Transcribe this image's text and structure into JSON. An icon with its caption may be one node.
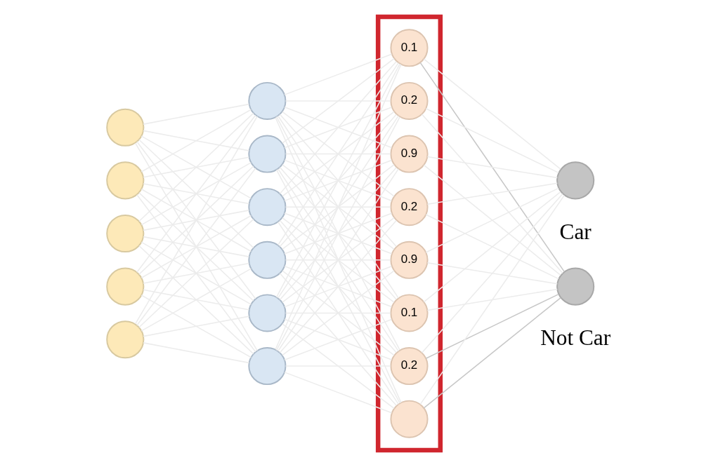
{
  "diagram": {
    "nodes": [
      {
        "text": [],
        "shape": "circle"
      },
      {
        "text": [],
        "shape": "circle"
      },
      {
        "text": [],
        "shape": "circle"
      },
      {
        "text": [],
        "shape": "circle"
      },
      {
        "text": [],
        "shape": "circle"
      },
      {
        "text": [],
        "shape": "circle"
      },
      {
        "text": [],
        "shape": "circle"
      },
      {
        "text": [],
        "shape": "circle"
      },
      {
        "text": [],
        "shape": "circle"
      },
      {
        "text": [],
        "shape": "circle"
      },
      {
        "text": [],
        "shape": "circle"
      },
      {
        "text": [],
        "shape": "box"
      },
      {
        "text": [
          "0.1"
        ],
        "in": 11
      },
      {
        "text": [
          "0.2"
        ],
        "in": 11
      },
      {
        "text": [
          "0.9"
        ],
        "in": 11
      },
      {
        "text": [
          "0.2"
        ],
        "in": 11
      },
      {
        "text": [
          "0.9"
        ],
        "in": 11
      },
      {
        "text": [
          "0.1"
        ],
        "in": 11
      },
      {
        "text": [
          "0.2"
        ],
        "in": 11
      },
      {
        "text": [],
        "shape": "circle",
        "in": 11
      },
      {
        "text": [],
        "shape": "circle",
        "beside": [
          "Car"
        ]
      },
      {
        "text": [],
        "shape": "circle",
        "beside": [
          "Not Car"
        ]
      }
    ],
    "edges": [
      {
        "from": 0,
        "to": 5,
        "arrow": "none"
      },
      {
        "from": 0,
        "to": 6,
        "arrow": "none"
      },
      {
        "from": 0,
        "to": 7,
        "arrow": "none"
      },
      {
        "from": 0,
        "to": 8,
        "arrow": "none"
      },
      {
        "from": 0,
        "to": 9,
        "arrow": "none"
      },
      {
        "from": 0,
        "to": 10,
        "arrow": "none"
      },
      {
        "from": 1,
        "to": 5,
        "arrow": "none"
      },
      {
        "from": 1,
        "to": 6,
        "arrow": "none"
      },
      {
        "from": 1,
        "to": 7,
        "arrow": "none"
      },
      {
        "from": 1,
        "to": 8,
        "arrow": "none"
      },
      {
        "from": 1,
        "to": 9,
        "arrow": "none"
      },
      {
        "from": 1,
        "to": 10,
        "arrow": "none"
      },
      {
        "from": 2,
        "to": 5,
        "arrow": "none"
      },
      {
        "from": 2,
        "to": 6,
        "arrow": "none"
      },
      {
        "from": 2,
        "to": 7,
        "arrow": "none"
      },
      {
        "from": 2,
        "to": 8,
        "arrow": "none"
      },
      {
        "from": 2,
        "to": 9,
        "arrow": "none"
      },
      {
        "from": 2,
        "to": 10,
        "arrow": "none"
      },
      {
        "from": 3,
        "to": 5,
        "arrow": "none"
      },
      {
        "from": 3,
        "to": 6,
        "arrow": "none"
      },
      {
        "from": 3,
        "to": 7,
        "arrow": "none"
      },
      {
        "from": 3,
        "to": 8,
        "arrow": "none"
      },
      {
        "from": 3,
        "to": 9,
        "arrow": "none"
      },
      {
        "from": 3,
        "to": 10,
        "arrow": "none"
      },
      {
        "from": 4,
        "to": 5,
        "arrow": "none"
      },
      {
        "from": 4,
        "to": 6,
        "arrow": "none"
      },
      {
        "from": 4,
        "to": 7,
        "arrow": "none"
      },
      {
        "from": 4,
        "to": 8,
        "arrow": "none"
      },
      {
        "from": 4,
        "to": 9,
        "arrow": "none"
      },
      {
        "from": 4,
        "to": 10,
        "arrow": "none"
      },
      {
        "from": 5,
        "to": 12,
        "arrow": "none"
      },
      {
        "from": 5,
        "to": 13,
        "arrow": "none"
      },
      {
        "from": 5,
        "to": 14,
        "arrow": "none"
      },
      {
        "from": 5,
        "to": 15,
        "arrow": "none"
      },
      {
        "from": 5,
        "to": 16,
        "arrow": "none"
      },
      {
        "from": 5,
        "to": 17,
        "arrow": "none"
      },
      {
        "from": 5,
        "to": 18,
        "arrow": "none"
      },
      {
        "from": 5,
        "to": 19,
        "arrow": "none"
      },
      {
        "from": 6,
        "to": 12,
        "arrow": "none"
      },
      {
        "from": 6,
        "to": 13,
        "arrow": "none"
      },
      {
        "from": 6,
        "to": 14,
        "arrow": "none"
      },
      {
        "from": 6,
        "to": 15,
        "arrow": "none"
      },
      {
        "from": 6,
        "to": 16,
        "arrow": "none"
      },
      {
        "from": 6,
        "to": 17,
        "arrow": "none"
      },
      {
        "from": 6,
        "to": 18,
        "arrow": "none"
      },
      {
        "from": 6,
        "to": 19,
        "arrow": "none"
      },
      {
        "from": 7,
        "to": 12,
        "arrow": "none"
      },
      {
        "from": 7,
        "to": 13,
        "arrow": "none"
      },
      {
        "from": 7,
        "to": 14,
        "arrow": "none"
      },
      {
        "from": 7,
        "to": 15,
        "arrow": "none"
      },
      {
        "from": 7,
        "to": 16,
        "arrow": "none"
      },
      {
        "from": 7,
        "to": 17,
        "arrow": "none"
      },
      {
        "from": 7,
        "to": 18,
        "arrow": "none"
      },
      {
        "from": 7,
        "to": 19,
        "arrow": "none"
      },
      {
        "from": 8,
        "to": 12,
        "arrow": "none"
      },
      {
        "from": 8,
        "to": 13,
        "arrow": "none"
      },
      {
        "from": 8,
        "to": 14,
        "arrow": "none"
      },
      {
        "from": 8,
        "to": 15,
        "arrow": "none"
      },
      {
        "from": 8,
        "to": 16,
        "arrow": "none"
      },
      {
        "from": 8,
        "to": 17,
        "arrow": "none"
      },
      {
        "from": 8,
        "to": 18,
        "arrow": "none"
      },
      {
        "from": 8,
        "to": 19,
        "arrow": "none"
      },
      {
        "from": 9,
        "to": 12,
        "arrow": "none"
      },
      {
        "from": 9,
        "to": 13,
        "arrow": "none"
      },
      {
        "from": 9,
        "to": 14,
        "arrow": "none"
      },
      {
        "from": 9,
        "to": 15,
        "arrow": "none"
      },
      {
        "from": 9,
        "to": 16,
        "arrow": "none"
      },
      {
        "from": 9,
        "to": 17,
        "arrow": "none"
      },
      {
        "from": 9,
        "to": 18,
        "arrow": "none"
      },
      {
        "from": 9,
        "to": 19,
        "arrow": "none"
      },
      {
        "from": 10,
        "to": 12,
        "arrow": "none"
      },
      {
        "from": 10,
        "to": 13,
        "arrow": "none"
      },
      {
        "from": 10,
        "to": 14,
        "arrow": "none"
      },
      {
        "from": 10,
        "to": 15,
        "arrow": "none"
      },
      {
        "from": 10,
        "to": 16,
        "arrow": "none"
      },
      {
        "from": 10,
        "to": 17,
        "arrow": "none"
      },
      {
        "from": 10,
        "to": 18,
        "arrow": "none"
      },
      {
        "from": 10,
        "to": 19,
        "arrow": "none"
      },
      {
        "from": 12,
        "to": 20,
        "arrow": "none"
      },
      {
        "from": 12,
        "to": 21,
        "arrow": "none",
        "color": "#c8c8c8"
      },
      {
        "from": 13,
        "to": 20,
        "arrow": "none"
      },
      {
        "from": 13,
        "to": 21,
        "arrow": "none"
      },
      {
        "from": 14,
        "to": 20,
        "arrow": "none"
      },
      {
        "from": 14,
        "to": 21,
        "arrow": "none"
      },
      {
        "from": 15,
        "to": 20,
        "arrow": "none"
      },
      {
        "from": 15,
        "to": 21,
        "arrow": "none"
      },
      {
        "from": 16,
        "to": 20,
        "arrow": "none"
      },
      {
        "from": 16,
        "to": 21,
        "arrow": "none"
      },
      {
        "from": 17,
        "to": 20,
        "arrow": "none"
      },
      {
        "from": 17,
        "to": 21,
        "arrow": "none"
      },
      {
        "from": 18,
        "to": 20,
        "arrow": "none"
      },
      {
        "from": 18,
        "to": 21,
        "arrow": "none",
        "color": "#c8c8c8"
      },
      {
        "from": 19,
        "to": 20,
        "arrow": "none"
      },
      {
        "from": 19,
        "to": 21,
        "arrow": "none",
        "color": "#c8c8c8"
      }
    ]
  }
}
